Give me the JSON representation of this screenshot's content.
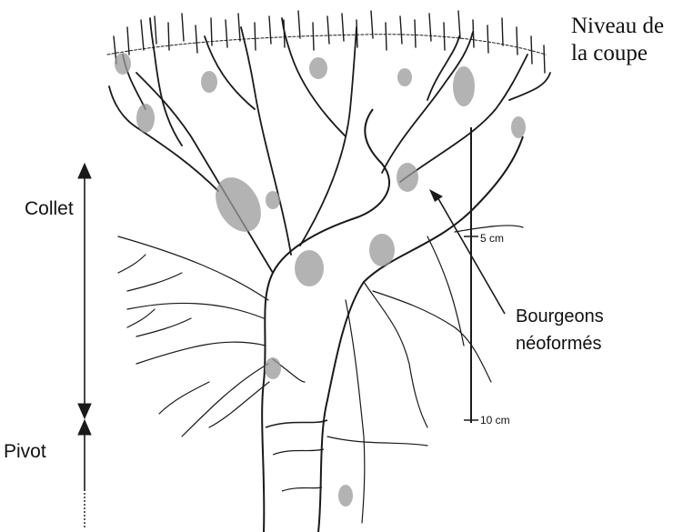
{
  "cut_level_label": [
    "Niveau de",
    "la coupe"
  ],
  "zones": {
    "collet": "Collet",
    "pivot": "Pivot"
  },
  "buds_label": [
    "Bourgeons",
    "néoformés"
  ],
  "scale": {
    "mark_5": "5 cm",
    "mark_10": "10 cm"
  },
  "colors": {
    "ink": "#1a1a1a",
    "bud_shading": "#9a9a9a",
    "background": "#ffffff"
  }
}
